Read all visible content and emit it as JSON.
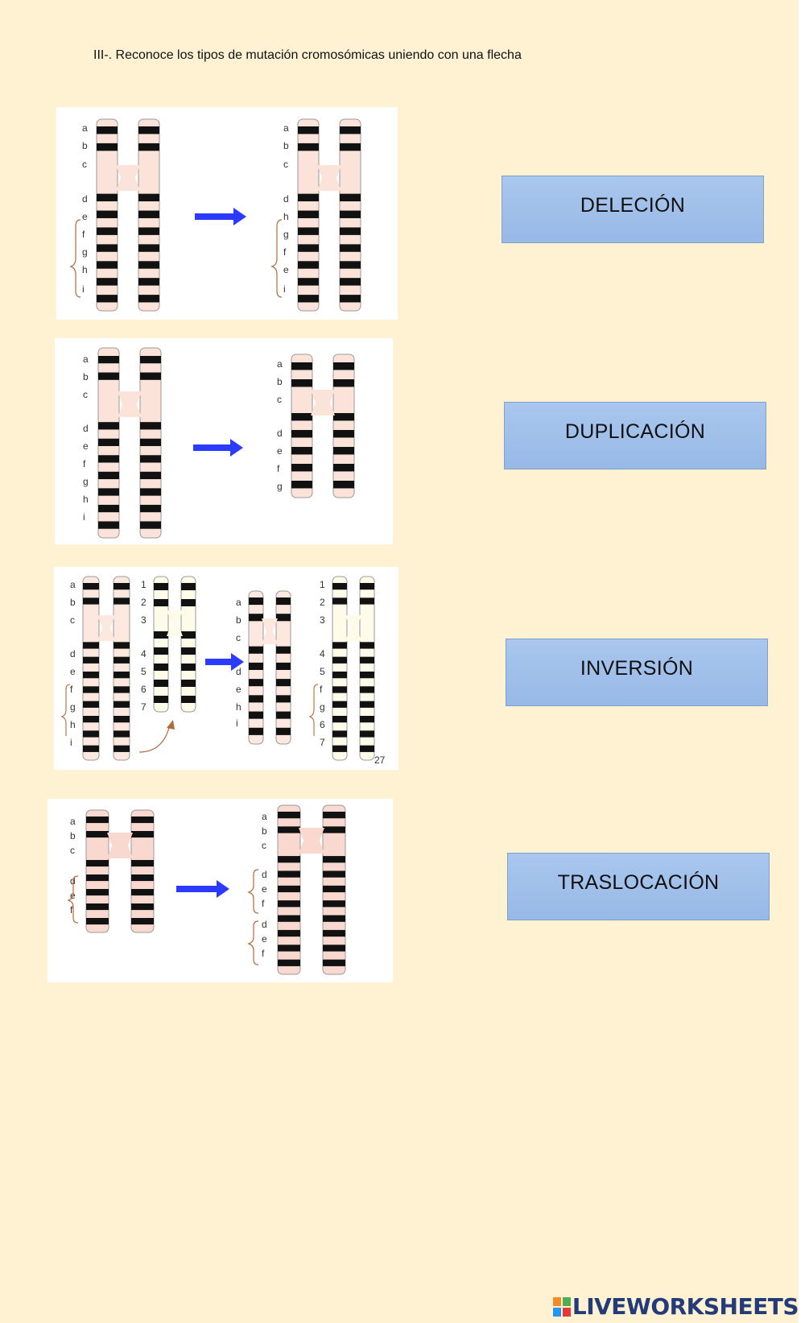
{
  "instruction": "III-. Reconoce los tipos de mutación cromosómicas uniendo con una flecha",
  "figures": [
    {
      "left_labels": [
        "a",
        "b",
        "c",
        "d",
        "e",
        "f",
        "g",
        "h",
        "i"
      ],
      "right_labels": [
        "a",
        "b",
        "c",
        "d",
        "h",
        "g",
        "f",
        "e",
        "i"
      ]
    },
    {
      "left_labels": [
        "a",
        "b",
        "c",
        "d",
        "e",
        "f",
        "g",
        "h",
        "i"
      ],
      "right_labels": [
        "a",
        "b",
        "c",
        "d",
        "e",
        "f",
        "g"
      ]
    },
    {
      "left_labels": [
        "a",
        "b",
        "c",
        "d",
        "e",
        "f",
        "g",
        "h",
        "i"
      ],
      "left_numbers": [
        "1",
        "2",
        "3",
        "4",
        "5",
        "6",
        "7"
      ],
      "right_labels": [
        "a",
        "b",
        "c",
        "d",
        "e",
        "h",
        "i"
      ],
      "right_numbers": [
        "1",
        "2",
        "3",
        "4",
        "5",
        "f",
        "g",
        "6",
        "7"
      ],
      "page_mark": "27"
    },
    {
      "left_labels": [
        "a",
        "b",
        "c",
        "d",
        "e",
        "f"
      ],
      "right_labels": [
        "a",
        "b",
        "c",
        "d",
        "e",
        "f",
        "d",
        "e",
        "f"
      ]
    }
  ],
  "answers": [
    "DELECIÓN",
    "DUPLICACIÓN",
    "INVERSIÓN",
    "TRASLOCACIÓN"
  ],
  "logo": {
    "text": "LIVEWORKSHEETS",
    "colors": [
      "#f28c28",
      "#4caf50",
      "#2196f3",
      "#e53935"
    ]
  },
  "colors": {
    "page": "#fef2d3",
    "box": "#a9c7ee",
    "arrow": "#2a3bff",
    "chromosome": "#fbe3da",
    "band": "#111111"
  }
}
